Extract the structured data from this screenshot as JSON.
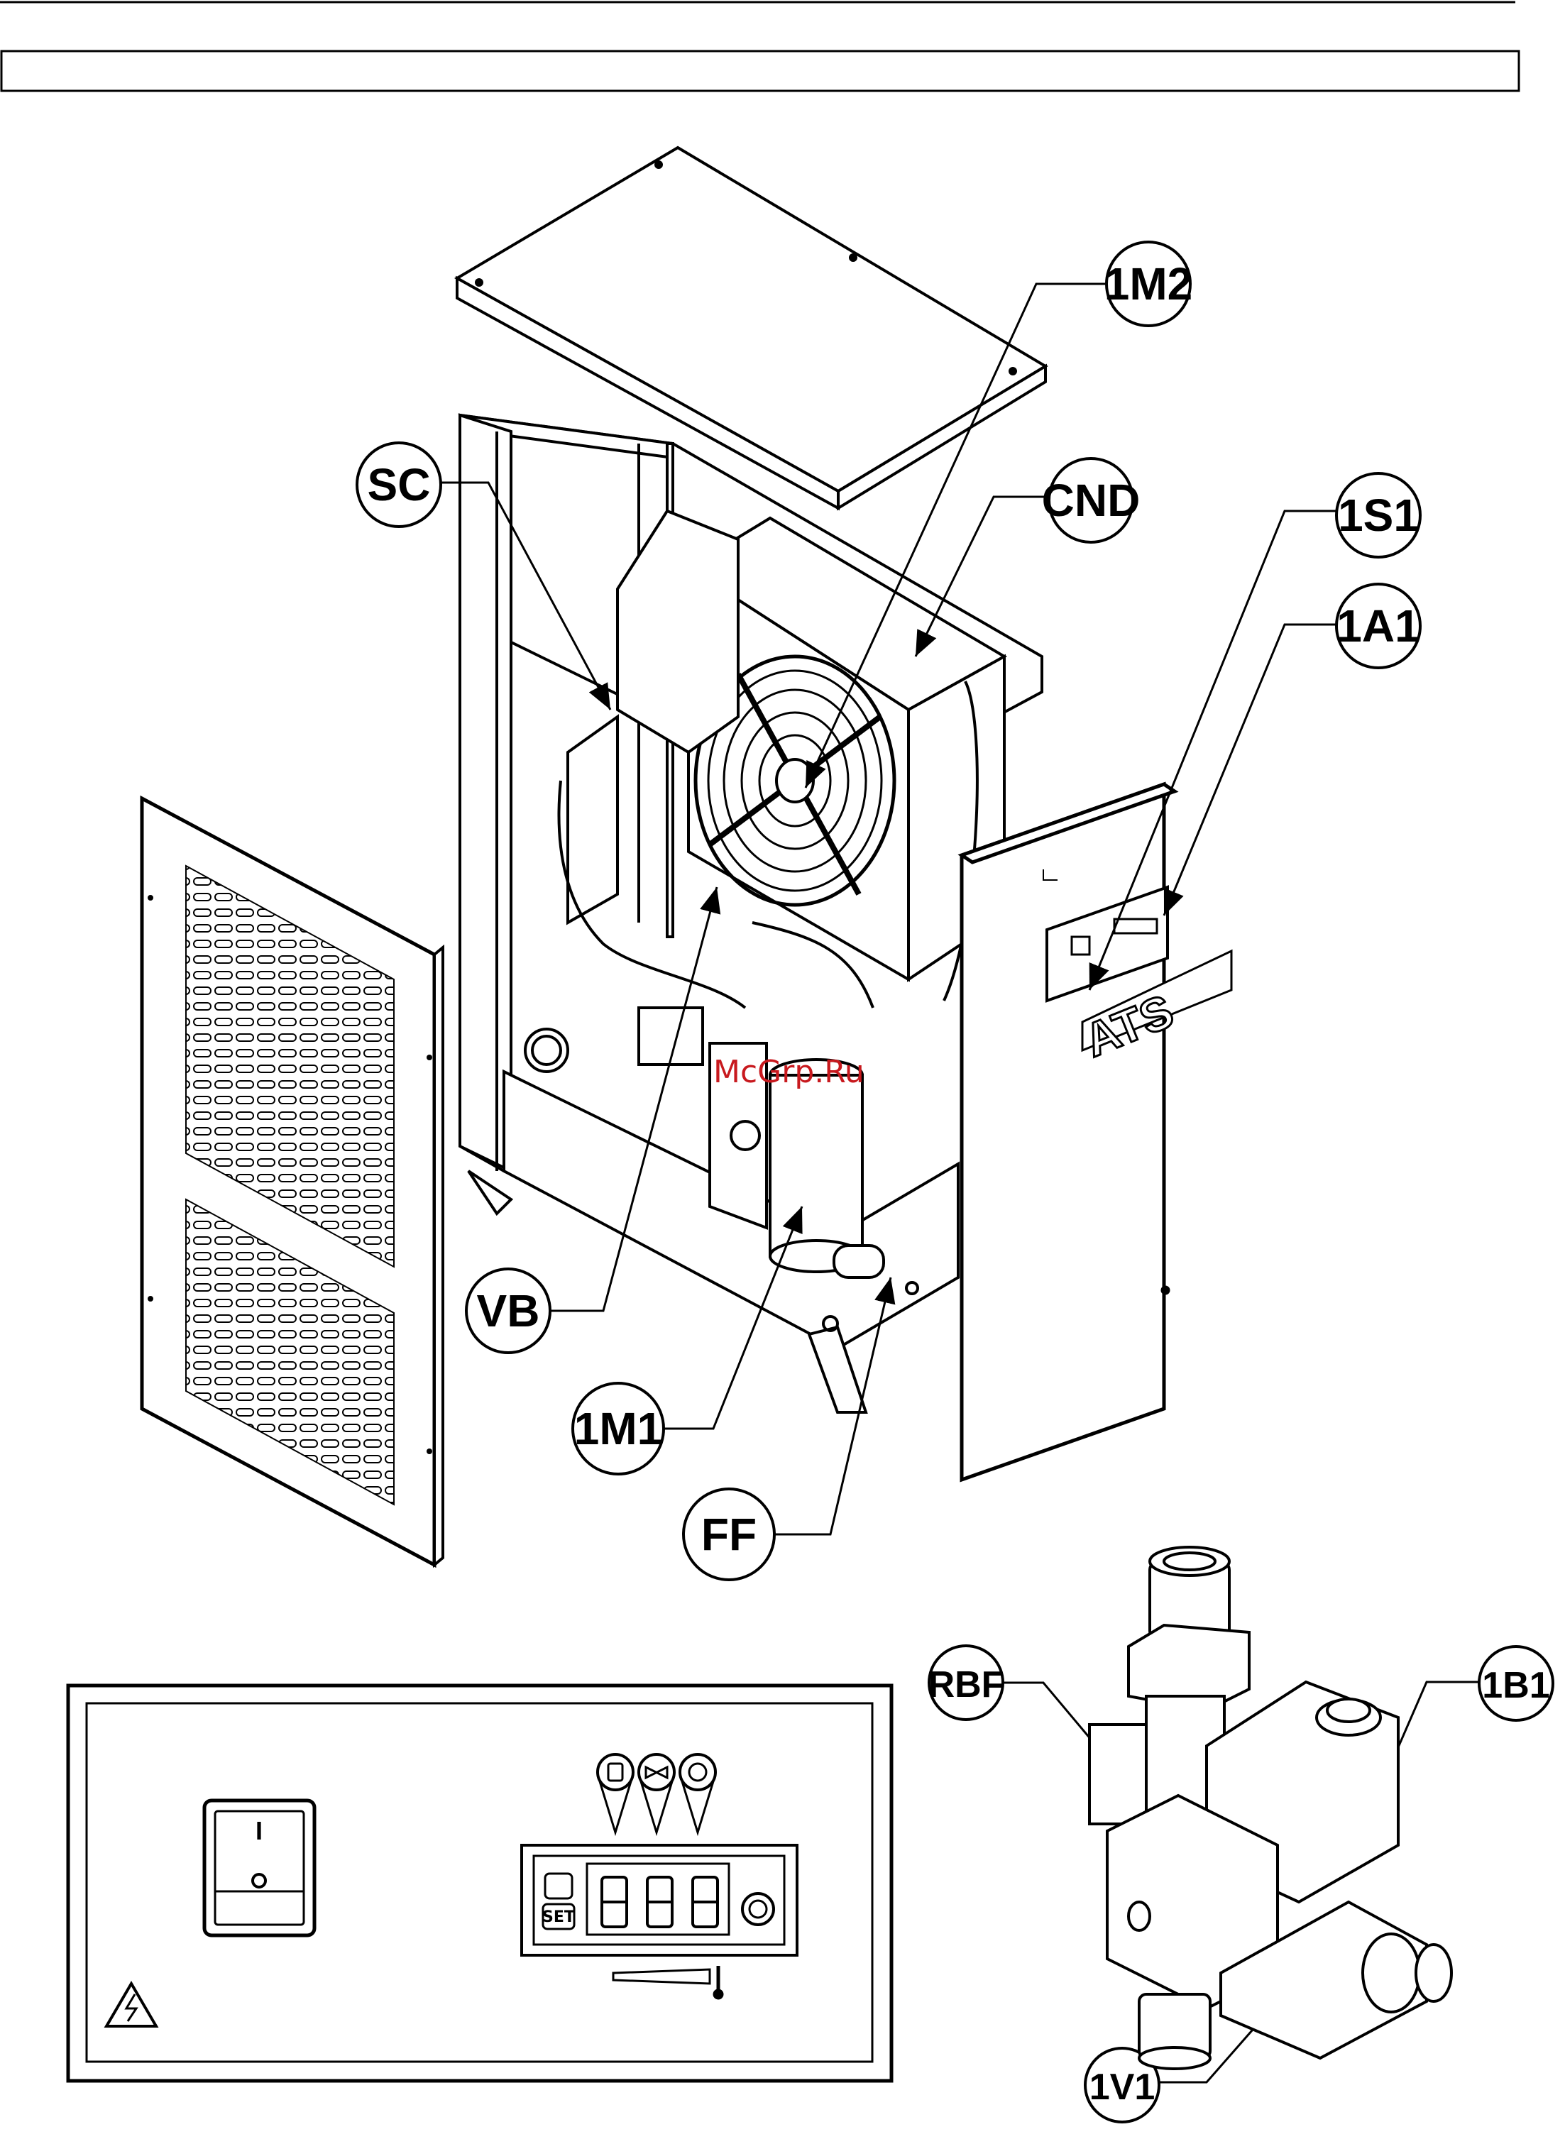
{
  "header": {
    "rule_color": "#000000"
  },
  "watermark": {
    "text": "McGrp.Ru",
    "color": "#c8191e"
  },
  "unit": {
    "brand_text": "ATS"
  },
  "callouts": {
    "sc": "SC",
    "m2": "1M2",
    "cnd": "CND",
    "s1": "1S1",
    "a1": "1A1",
    "vb": "VB",
    "m1": "1M1",
    "ff": "FF",
    "rbf": "RBF",
    "b1": "1B1",
    "v1": "1V1"
  },
  "control_panel": {
    "switch_on": "I",
    "switch_off": "O",
    "set_label": "SET",
    "icons": [
      "compressor-icon",
      "valve-icon",
      "fan-icon",
      "drain-icon",
      "power-icon",
      "thermometer-icon",
      "high-voltage-warning-icon"
    ]
  }
}
